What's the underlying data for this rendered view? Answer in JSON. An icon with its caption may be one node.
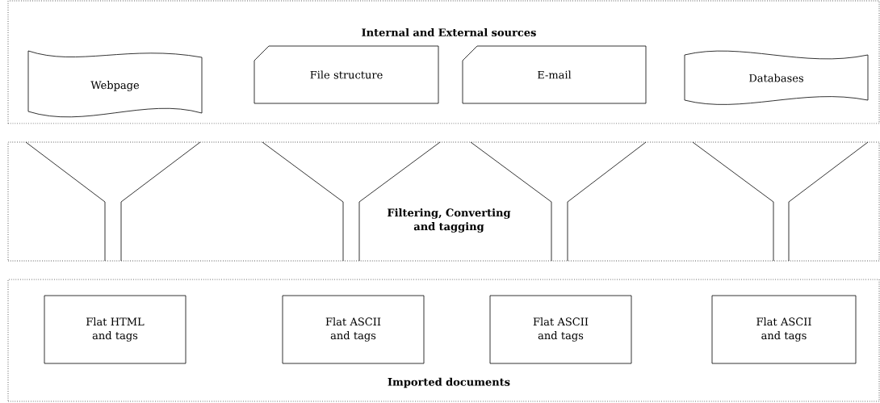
{
  "diagram": {
    "nodes": [
      {
        "text": [
          "Internal and External sources"
        ]
      },
      {
        "text": [
          "Webpage"
        ],
        "in": 0
      },
      {
        "text": [
          "File structure"
        ],
        "in": 0
      },
      {
        "text": [
          "E-mail"
        ],
        "in": 0
      },
      {
        "text": [
          "Databases"
        ],
        "in": 0
      },
      {
        "text": [
          "Filtering, Converting and tagging"
        ]
      },
      {
        "text": [
          "Imported documents"
        ]
      },
      {
        "text": [
          "Flat HTML and tags"
        ],
        "in": 6
      },
      {
        "text": [
          "Flat ASCII and tags"
        ],
        "in": 6
      },
      {
        "text": [
          "Flat ASCII and tags"
        ],
        "in": 6
      },
      {
        "text": [
          "Flat ASCII and tags"
        ],
        "in": 6
      }
    ]
  }
}
